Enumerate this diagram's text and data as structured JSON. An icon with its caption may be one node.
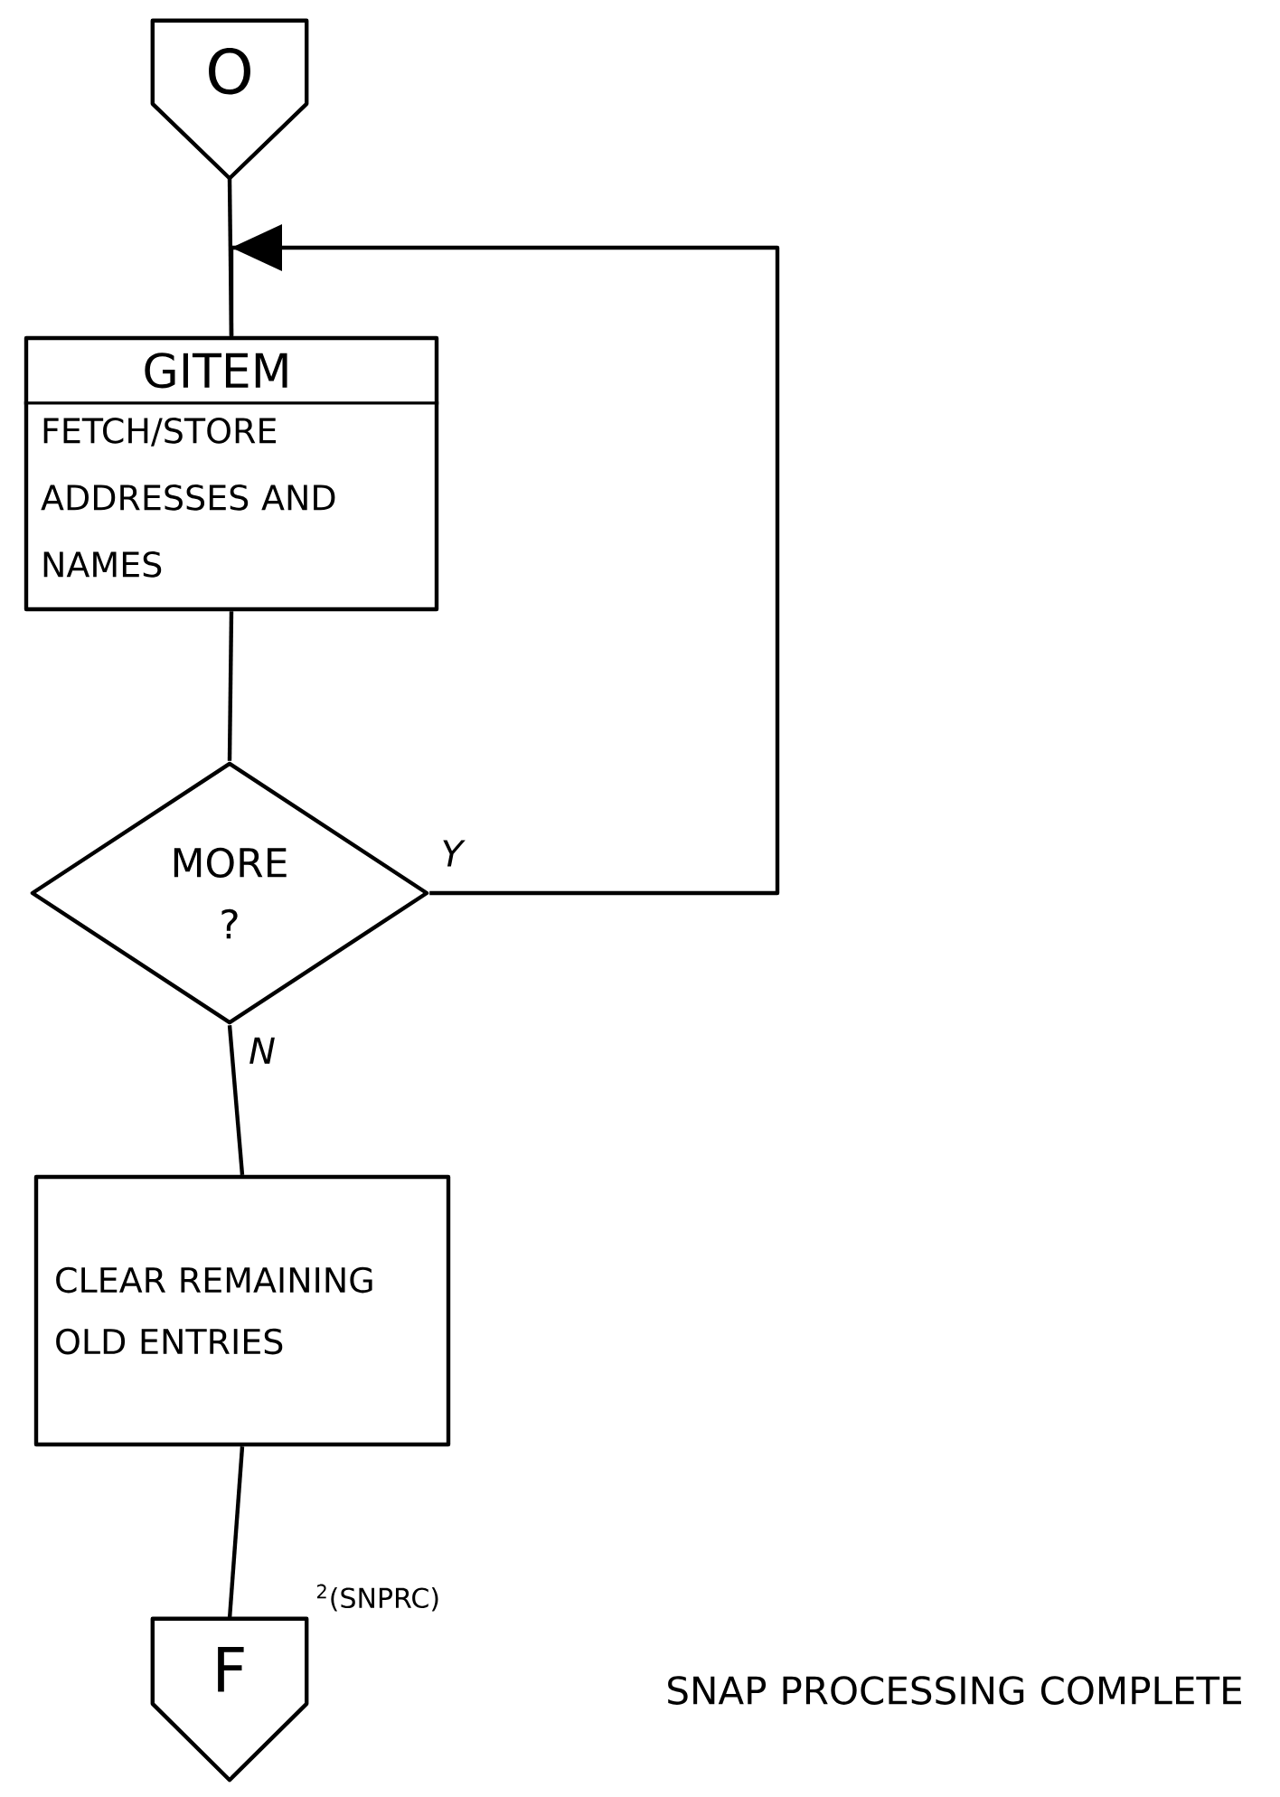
{
  "diagram": {
    "nodes": [
      {
        "text": [
          "O"
        ]
      },
      {
        "text": [
          "GITEM",
          "FETCH/STORE ADDRESSES AND NAMES"
        ]
      },
      {
        "text": [
          "MORE ?"
        ]
      },
      {
        "text": [
          "CLEAR REMAINING OLD ENTRIES"
        ]
      },
      {
        "text": [
          "F"
        ],
        "beside": [
          "$^{2}$(SNPRC)"
        ]
      }
    ],
    "edges": [
      {
        "from": 0,
        "to": 1,
        "arrow": "none"
      },
      {
        "from": 1,
        "to": 2,
        "arrow": "none"
      },
      {
        "from": 2,
        "to": 1,
        "arrow": "to",
        "label": "Y"
      },
      {
        "from": 2,
        "to": 3,
        "arrow": "none",
        "label": "N"
      },
      {
        "from": 3,
        "to": 4,
        "arrow": "none"
      }
    ],
    "labels": [
      "SNAP PROCESSING COMPLETE"
    ]
  }
}
